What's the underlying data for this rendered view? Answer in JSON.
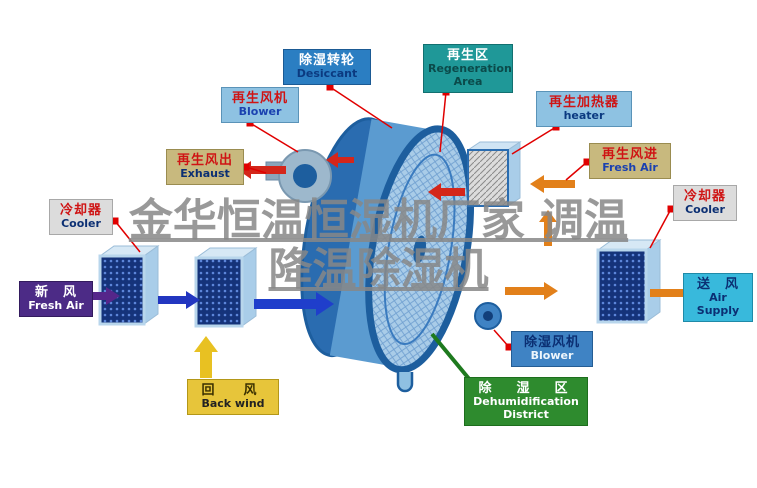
{
  "watermark": {
    "line1": "金华恒温恒湿机厂家 调温",
    "line2": "降温除湿机"
  },
  "labels": {
    "desiccant": {
      "zh": "除湿转轮",
      "en": "Desiccant"
    },
    "regen_area": {
      "zh": "再生区",
      "en": "Regeneration Area"
    },
    "regen_blower": {
      "zh": "再生风机",
      "en": "Blower"
    },
    "regen_heater": {
      "zh": "再生加热器",
      "en": "heater"
    },
    "exhaust": {
      "zh": "再生风出",
      "en": "Exhaust"
    },
    "regen_fresh_air": {
      "zh": "再生风进",
      "en": "Fresh Air"
    },
    "cooler_left": {
      "zh": "冷却器",
      "en": "Cooler"
    },
    "cooler_right": {
      "zh": "冷却器",
      "en": "Cooler"
    },
    "fresh_air": {
      "zh": "新　风",
      "en": "Fresh Air"
    },
    "air_supply": {
      "zh": "送　风",
      "en": "Air Supply"
    },
    "back_wind": {
      "zh": "回　风",
      "en": "Back wind"
    },
    "dehumid_blower": {
      "zh": "除湿风机",
      "en": "Blower"
    },
    "dehumid_district": {
      "zh": "除　湿　区",
      "en_line1": "Dehumidification",
      "en_line2": "District"
    }
  },
  "colors": {
    "leader_red": "#e00000",
    "arrow_red": "#d4261a",
    "arrow_orange": "#e2801a",
    "arrow_blue": "#1f3ecb",
    "arrow_purple": "#55268a",
    "arrow_yellow": "#e8c122",
    "wheel_blue": "#5b9bd0",
    "wheel_rim": "#1d5e9e",
    "green_zone": "#2e8b2e",
    "watermark_gray": "#878787"
  }
}
